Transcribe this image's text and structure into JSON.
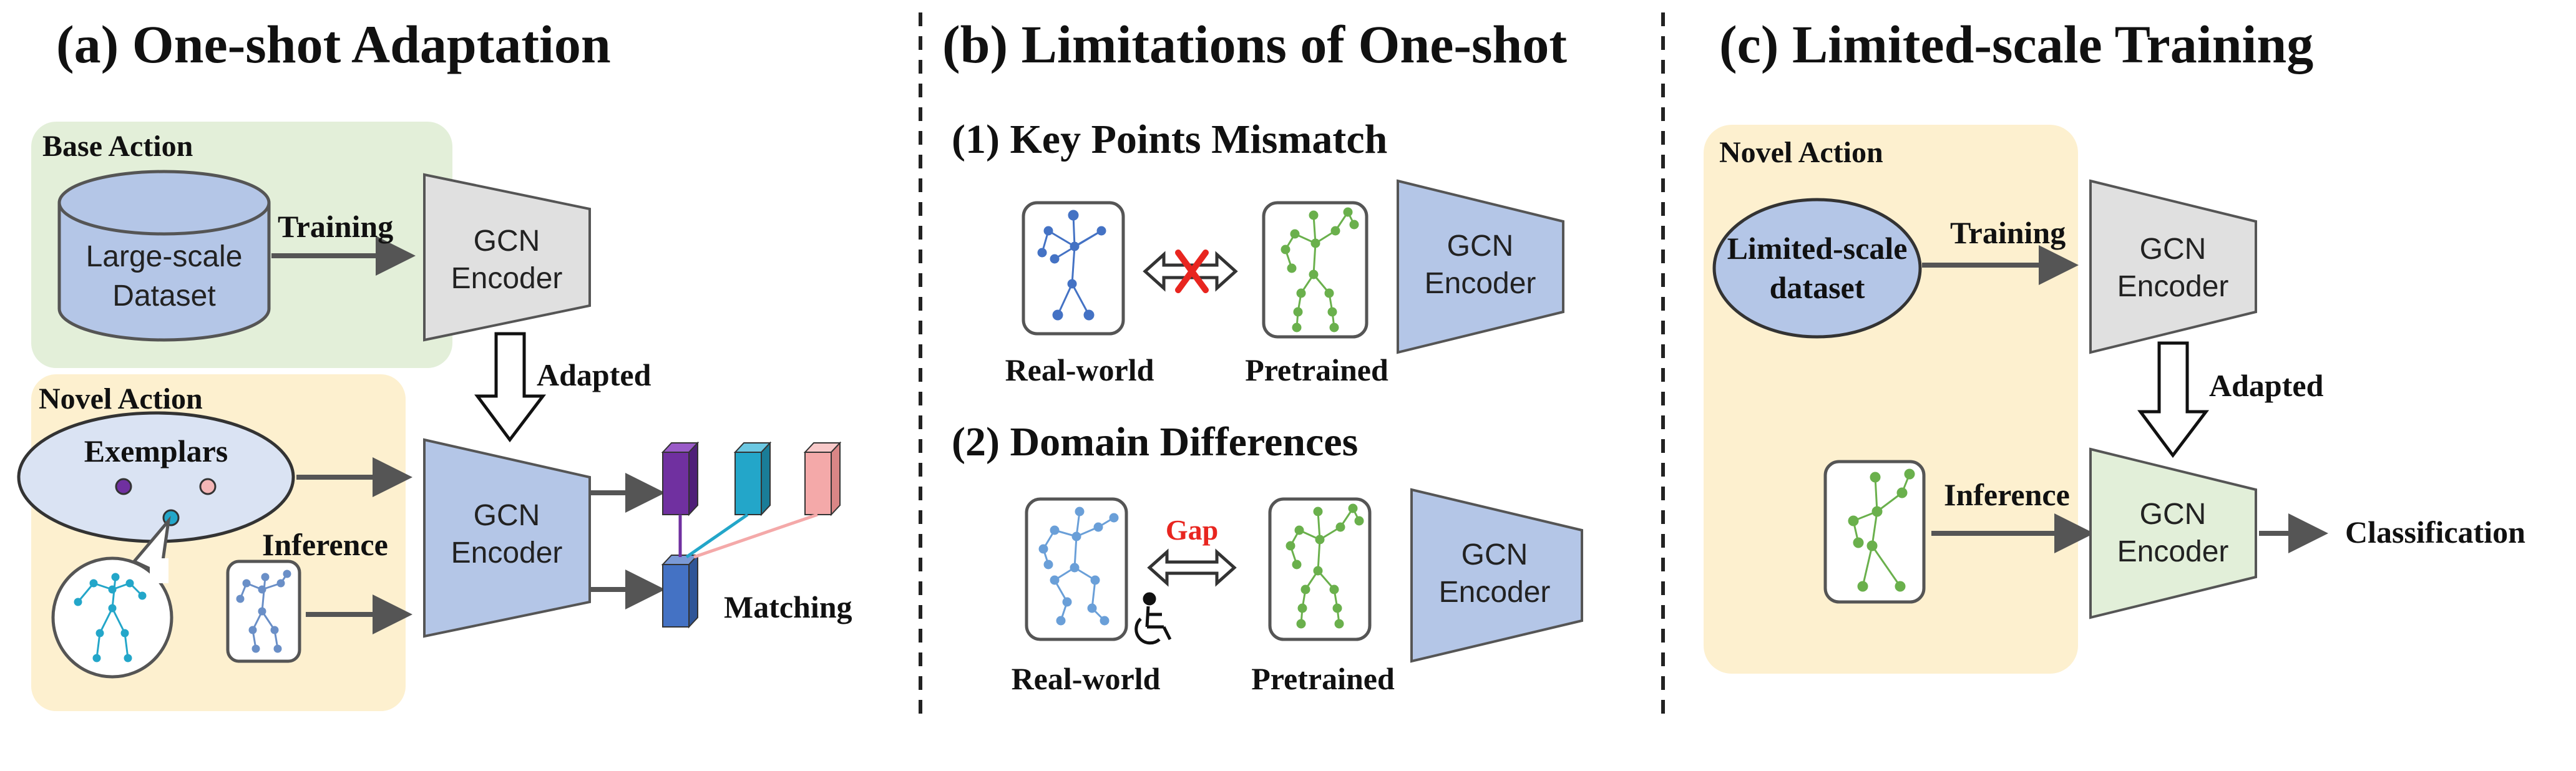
{
  "panel_a": {
    "title": "(a) One-shot Adaptation",
    "base_action": "Base Action",
    "dataset_line1": "Large-scale",
    "dataset_line2": "Dataset",
    "training": "Training",
    "encoder_line1": "GCN",
    "encoder_line2": "Encoder",
    "adapted": "Adapted",
    "novel_action": "Novel Action",
    "exemplars": "Exemplars",
    "inference": "Inference",
    "encoder2_line1": "GCN",
    "encoder2_line2": "Encoder",
    "matching": "Matching"
  },
  "panel_b": {
    "title": "(b) Limitations of One-shot",
    "sub1": "(1) Key Points Mismatch",
    "real_world_1": "Real-world",
    "pretrained_1": "Pretrained",
    "encoder_line1": "GCN",
    "encoder_line2": "Encoder",
    "sub2": "(2) Domain Differences",
    "gap": "Gap",
    "real_world_2": "Real-world",
    "pretrained_2": "Pretrained",
    "encoder2_line1": "GCN",
    "encoder2_line2": "Encoder"
  },
  "panel_c": {
    "title": "(c) Limited-scale Training",
    "novel_action": "Novel Action",
    "dataset_line1": "Limited-scale",
    "dataset_line2": "dataset",
    "training": "Training",
    "encoder_line1": "GCN",
    "encoder_line2": "Encoder",
    "adapted": "Adapted",
    "inference": "Inference",
    "encoder2_line1": "GCN",
    "encoder2_line2": "Encoder",
    "classification": "Classification"
  },
  "colors": {
    "green_panel": "#e3efd9",
    "yellow_panel": "#fdf0cf",
    "blue_fill": "#b4c6e7",
    "gray_fill": "#e0e0e0",
    "green_fill": "#e2efd9",
    "skeleton_green": "#6ab04c",
    "skeleton_blue": "#4472c4",
    "skeleton_cyan": "#23a6c9",
    "red_cross": "#e8251f"
  }
}
